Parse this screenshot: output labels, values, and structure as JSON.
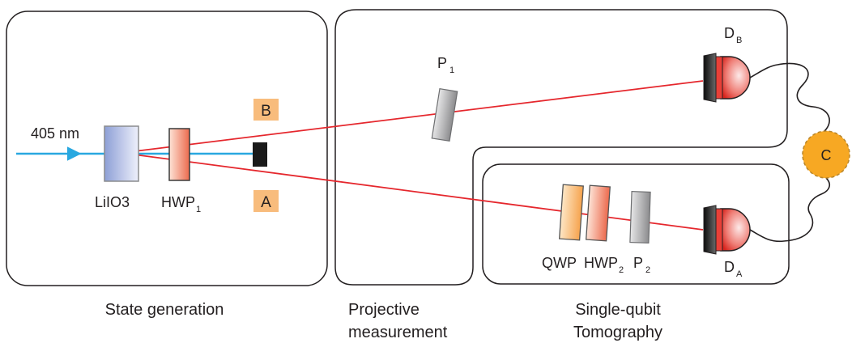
{
  "colors": {
    "pump_beam": "#29a8e0",
    "photon_beam": "#e5272d",
    "box_outline": "#231f20",
    "label_tag_fill": "#f8bc7c",
    "coincidence_fill": "#f7a823",
    "coincidence_border": "#b8862c"
  },
  "laser": {
    "wavelength_label": "405 nm"
  },
  "components": {
    "crystal": {
      "label": "LiIO3"
    },
    "hwp1": {
      "label": "HWP",
      "sub": "1"
    },
    "polarizer1": {
      "label": "P",
      "sub": "1"
    },
    "qwp": {
      "label": "QWP"
    },
    "hwp2": {
      "label": "HWP",
      "sub": "2"
    },
    "polarizer2": {
      "label": "P",
      "sub": "2"
    },
    "detector_b": {
      "label": "D",
      "sub": "B"
    },
    "detector_a": {
      "label": "D",
      "sub": "A"
    },
    "coincidence": {
      "label": "C"
    }
  },
  "path_tags": {
    "b": "B",
    "a": "A"
  },
  "sections": {
    "state_generation": "State generation",
    "projective_line1": "Projective",
    "projective_line2": "measurement",
    "tomography_line1": "Single-qubit",
    "tomography_line2": "Tomography"
  }
}
